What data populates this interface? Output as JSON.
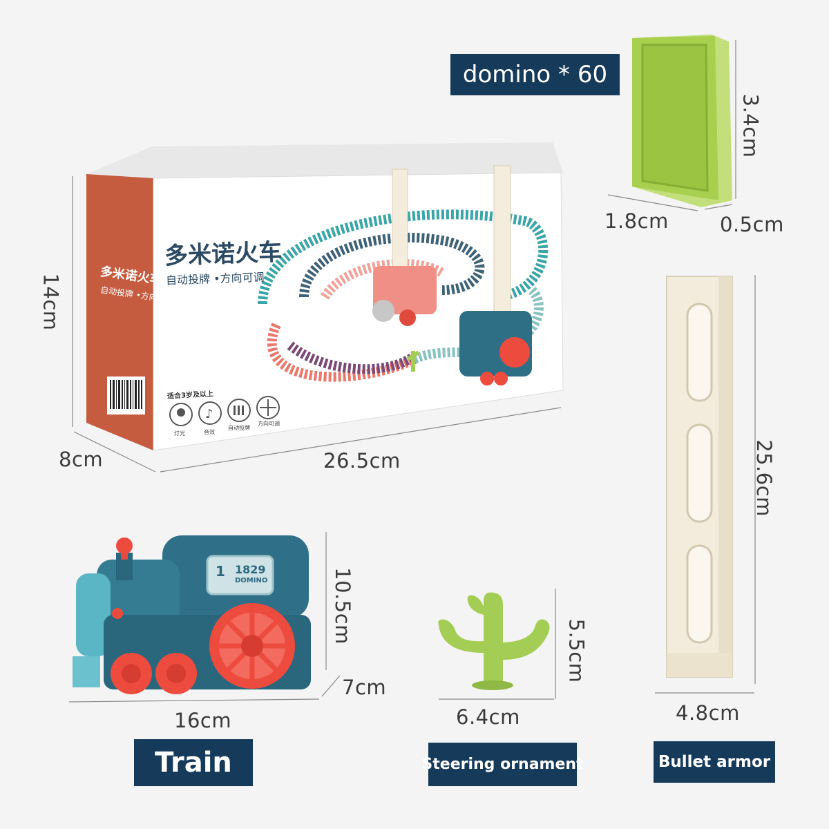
{
  "colors": {
    "label_bg": "#163a5a",
    "box_side": "#c55b3f",
    "domino_green": "#a8cf4e",
    "train_teal": "#2f7088",
    "train_wheel": "#ee4b3f",
    "armor_cream": "#f1ead9"
  },
  "labels": {
    "domino": "domino * 60",
    "train": "Train",
    "steering": "Steering ornament",
    "armor": "Bullet armor"
  },
  "dimensions": {
    "box_height": "14cm",
    "box_depth": "8cm",
    "box_width": "26.5cm",
    "domino_height": "3.4cm",
    "domino_width": "1.8cm",
    "domino_depth": "0.5cm",
    "armor_height": "25.6cm",
    "armor_width": "4.8cm",
    "train_height": "10.5cm",
    "train_depth": "7cm",
    "train_width": "16cm",
    "ornament_height": "5.5cm",
    "ornament_width": "6.4cm"
  },
  "box": {
    "title": "多米诺火车",
    "subtitle": "自动投牌 •方向可调",
    "side_title": "多米诺火车",
    "side_subtitle": "自动投牌 •方向可调",
    "age": "适合3岁及以上",
    "features": [
      "灯光",
      "音效",
      "自动投牌",
      "方向可调"
    ]
  },
  "train_badge": {
    "number": "1",
    "year": "1829",
    "word": "DOMINO"
  },
  "icons": [
    "light-bulb-icon",
    "music-note-icon",
    "domino-icon",
    "direction-arrows-icon"
  ]
}
